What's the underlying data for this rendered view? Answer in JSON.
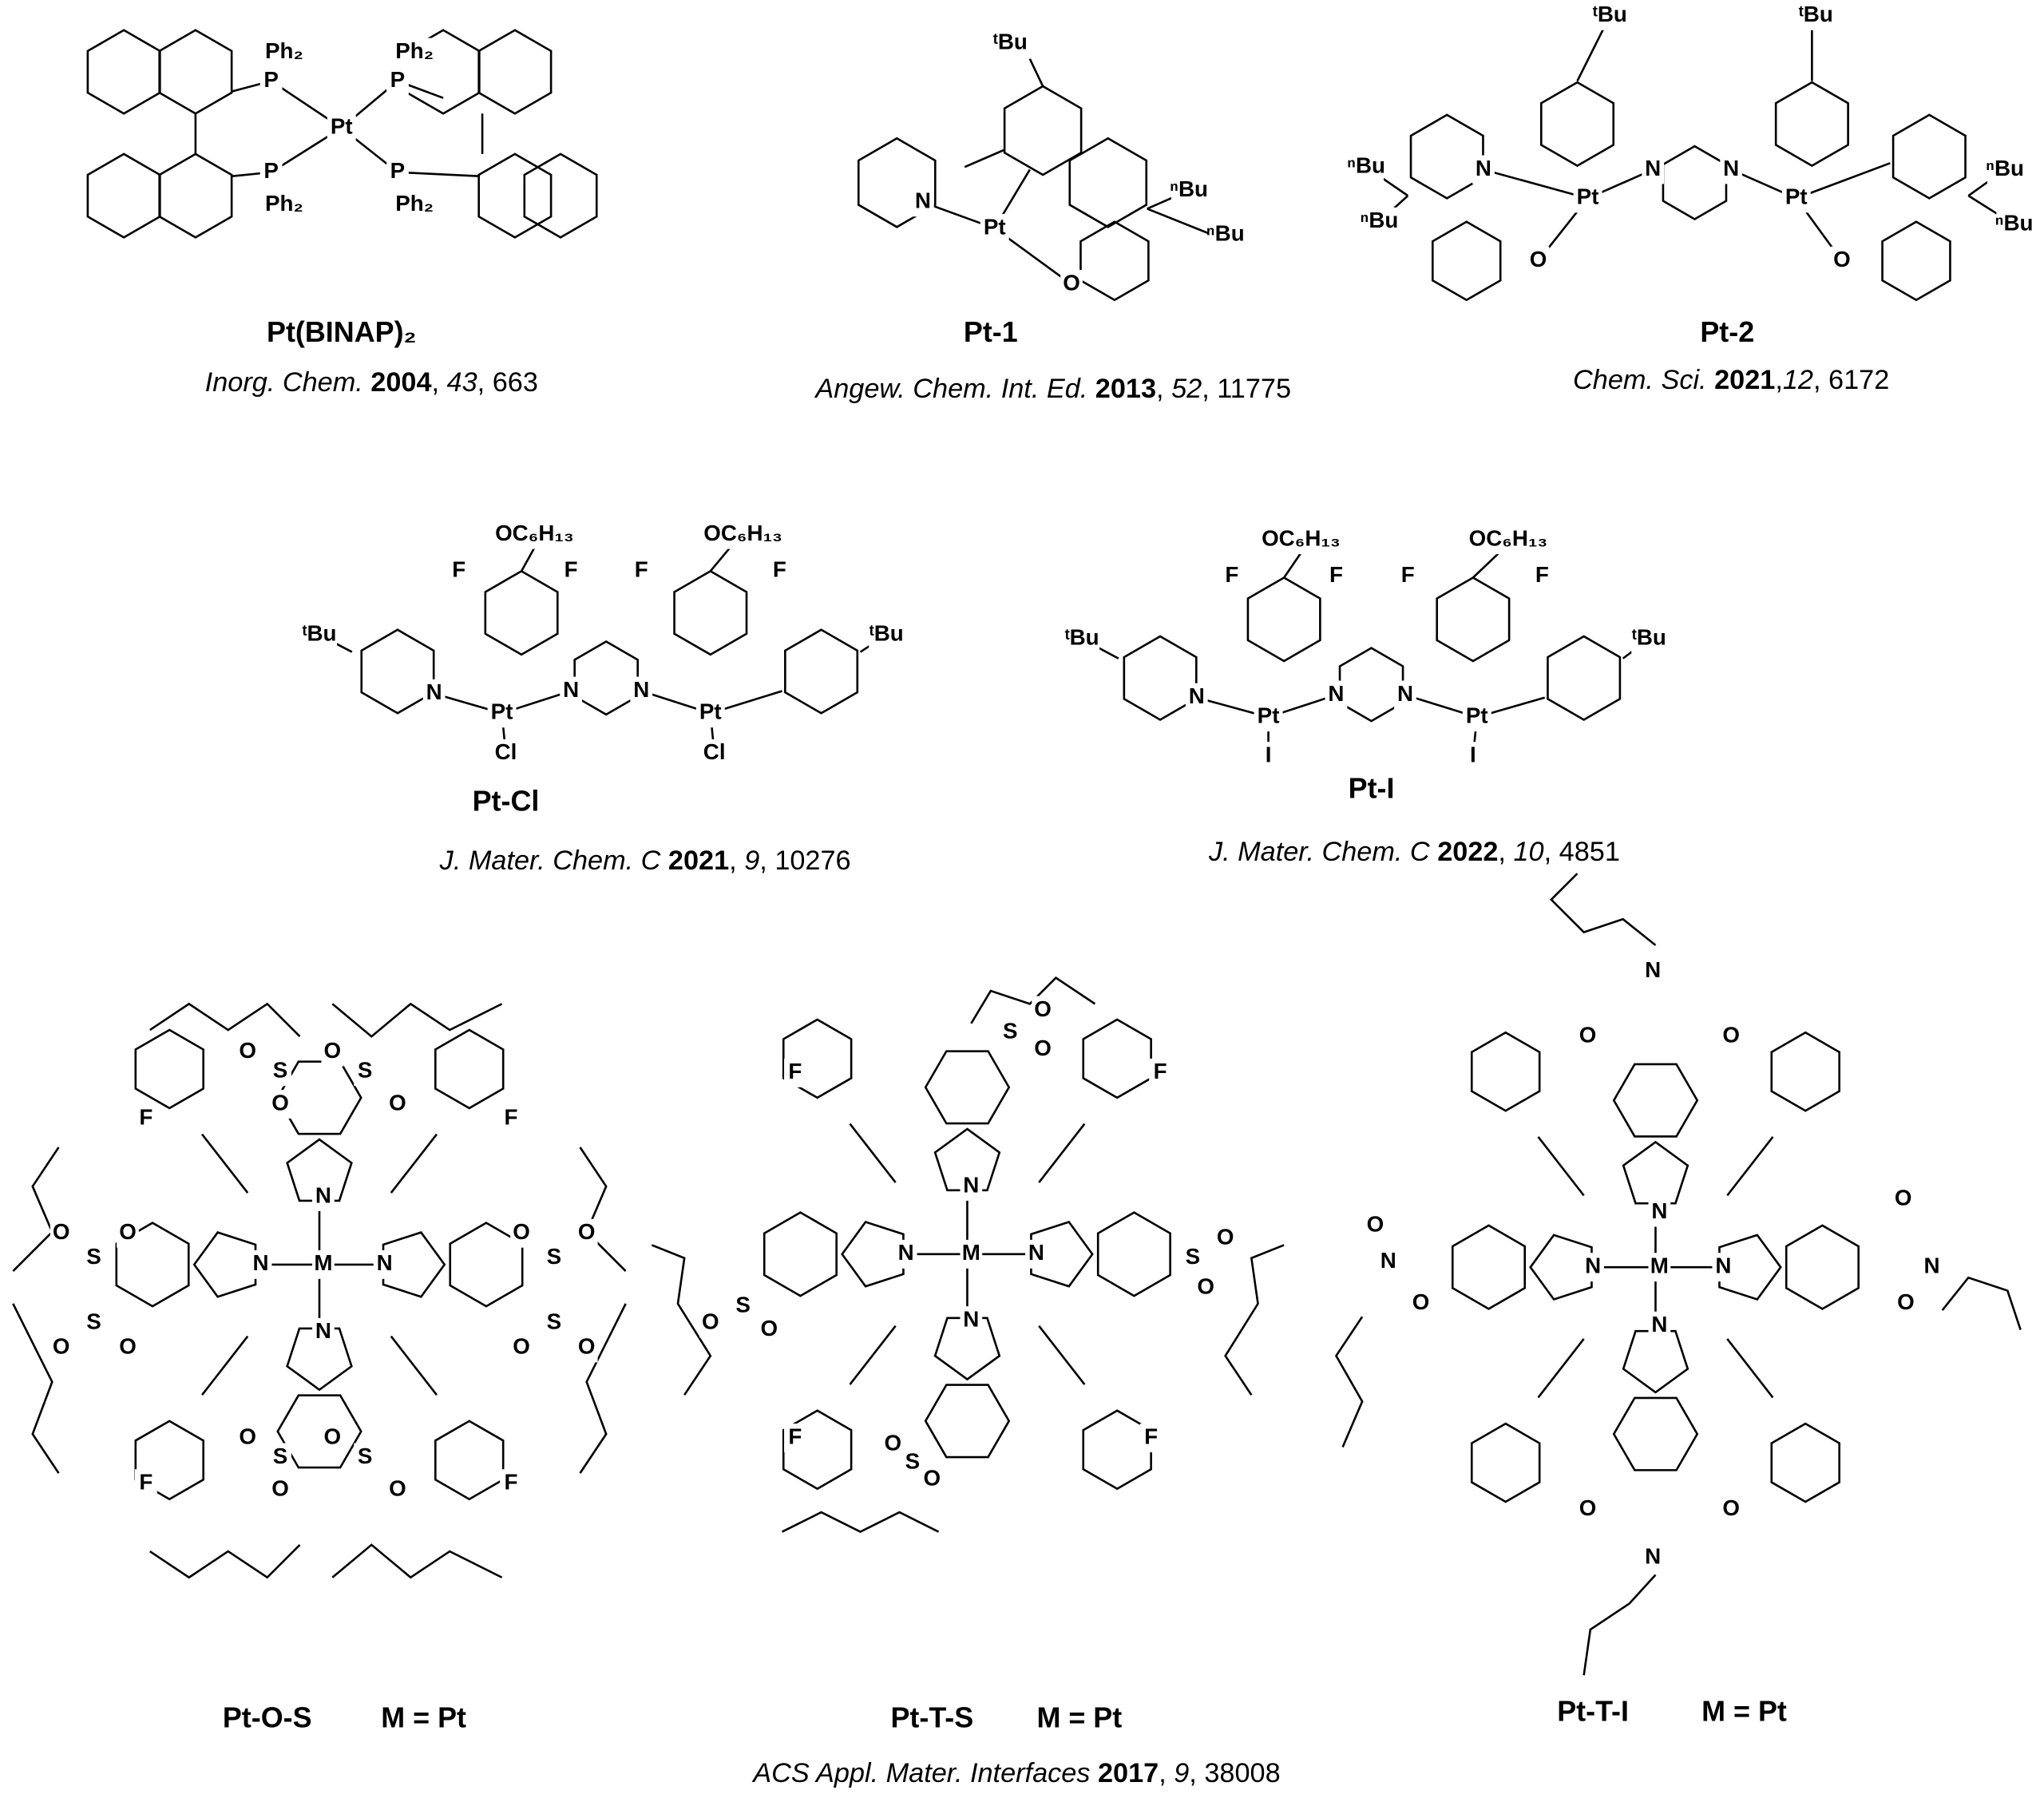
{
  "compounds": [
    {
      "name": "Pt(BINAP)₂",
      "ref": {
        "journal": "Inorg. Chem. ",
        "year": "2004",
        "sep1": ", ",
        "volume": "43",
        "pages": ", 663"
      },
      "atoms": [
        "Ph₂",
        "P",
        "Pt",
        "P",
        "Ph₂",
        "Ph₂",
        "P",
        "P",
        "Ph₂"
      ]
    },
    {
      "name": "Pt-1",
      "ref": {
        "journal": "Angew. Chem. Int. Ed. ",
        "year": "2013",
        "sep1": ", ",
        "volume": "52",
        "pages": ", 11775"
      },
      "atoms": [
        "ᵗBu",
        "N",
        "Pt",
        "O",
        "ⁿBu",
        "ⁿBu"
      ]
    },
    {
      "name": "Pt-2",
      "ref": {
        "journal": "Chem. Sci. ",
        "year": "2021",
        "sep1": ",",
        "volume": "12",
        "pages": ", 6172"
      },
      "atoms": [
        "ᵗBu",
        "ᵗBu",
        "ⁿBu",
        "ⁿBu",
        "N",
        "Pt",
        "N",
        "N",
        "Pt",
        "O",
        "O",
        "ⁿBu",
        "ⁿBu"
      ]
    },
    {
      "name": "Pt-Cl",
      "ref": {
        "journal": "J. Mater. Chem. C ",
        "year": "2021",
        "sep1": ", ",
        "volume": "9",
        "pages": ", 10276"
      },
      "atoms": [
        "OC₆H₁₃",
        "OC₆H₁₃",
        "F",
        "F",
        "F",
        "F",
        "ᵗBu",
        "ᵗBu",
        "N",
        "Pt",
        "N",
        "N",
        "Pt",
        "Cl",
        "Cl"
      ]
    },
    {
      "name": "Pt-I",
      "ref": {
        "journal": "J. Mater. Chem. C ",
        "year": "2022",
        "sep1": ", ",
        "volume": "10",
        "pages": ", 4851"
      },
      "atoms": [
        "OC₆H₁₃",
        "OC₆H₁₃",
        "F",
        "F",
        "F",
        "F",
        "ᵗBu",
        "ᵗBu",
        "N",
        "Pt",
        "N",
        "N",
        "Pt",
        "I",
        "I"
      ]
    },
    {
      "name": "Pt-O-S",
      "metal": "M = Pt",
      "atoms": [
        "N",
        "N",
        "N",
        "N",
        "M",
        "F",
        "F",
        "F",
        "F",
        "S",
        "O",
        "O",
        "S",
        "O",
        "O",
        "S",
        "O",
        "O",
        "S",
        "O",
        "O",
        "S",
        "O",
        "O",
        "S",
        "O",
        "O",
        "S",
        "O",
        "O",
        "S",
        "O",
        "O"
      ]
    },
    {
      "name": "Pt-T-S",
      "metal": "M = Pt",
      "atoms": [
        "N",
        "N",
        "N",
        "N",
        "M",
        "F",
        "F",
        "F",
        "F",
        "S",
        "O",
        "O",
        "S",
        "O",
        "O",
        "S",
        "O",
        "O",
        "S",
        "O",
        "O"
      ]
    },
    {
      "name": "Pt-T-I",
      "metal": "M = Pt",
      "atoms": [
        "N",
        "N",
        "N",
        "N",
        "M",
        "N",
        "O",
        "O",
        "N",
        "O",
        "O",
        "N",
        "O",
        "O",
        "N",
        "O",
        "O"
      ]
    }
  ],
  "shared_ref": {
    "journal": "ACS Appl. Mater. Interfaces ",
    "year": "2017",
    "sep1": ", ",
    "volume": "9",
    "pages": ", 38008"
  }
}
